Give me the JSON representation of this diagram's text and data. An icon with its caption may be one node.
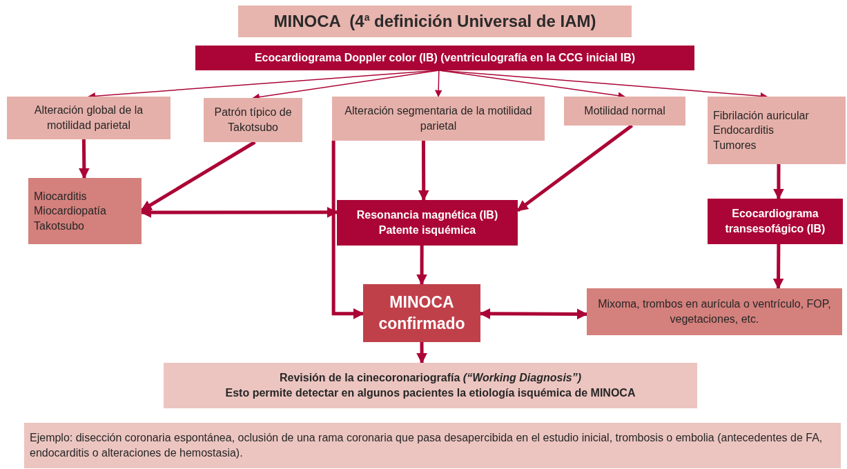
{
  "diagram": {
    "title": "MINOCA  (4$^{a}$ definición Universal de IAM)",
    "nodes": [
      {
        "text": [
          "Ecocardiograma Doppler color (IB) (ventriculografía en la CCG inicial IB)"
        ]
      },
      {
        "text": [
          "Alteración global de la motilidad parietal"
        ]
      },
      {
        "text": [
          "Patrón típico de Takotsubo"
        ]
      },
      {
        "text": [
          "Alteración segmentaria de la motilidad parietal"
        ]
      },
      {
        "text": [
          "Motilidad normal"
        ]
      },
      {
        "text": [
          "Fibrilación auricular",
          "Endocarditis",
          "Tumores"
        ]
      },
      {
        "text": [
          "Miocarditis",
          "Miocardiopatía",
          "Takotsubo"
        ]
      },
      {
        "text": [
          "Resonancia magnética (IB)",
          "Patente isquémica"
        ]
      },
      {
        "text": [
          "Ecocardiograma transesofágico (IB)"
        ]
      },
      {
        "text": [
          "MINOCA confirmado"
        ]
      },
      {
        "text": [
          "Mixoma, trombos en aurícula o ventrículo, FOP, vegetaciones, etc."
        ]
      },
      {
        "text": [
          "Revisión de la cinecoronariografía *(“Working Diagnosis”)*",
          "Esto permite detectar en algunos pacientes la etiología isquémica de MINOCA"
        ]
      },
      {
        "text": [
          "Ejemplo: disección coronaria espontánea, oclusión de una rama coronaria que pasa desapercibida en el estudio inicial, trombosis o embolia (antecedentes de FA, endocarditis o alteraciones de hemostasia)."
        ]
      }
    ],
    "edges": [
      {
        "from": 0,
        "to": 1,
        "arrow": "to"
      },
      {
        "from": 0,
        "to": 2,
        "arrow": "to"
      },
      {
        "from": 0,
        "to": 3,
        "arrow": "to"
      },
      {
        "from": 0,
        "to": 4,
        "arrow": "to"
      },
      {
        "from": 0,
        "to": 5,
        "arrow": "to"
      },
      {
        "from": 1,
        "to": 6,
        "arrow": "to"
      },
      {
        "from": 2,
        "to": 6,
        "arrow": "to"
      },
      {
        "from": 6,
        "to": 7,
        "arrow": "both"
      },
      {
        "from": 3,
        "to": 7,
        "arrow": "to"
      },
      {
        "from": 4,
        "to": 7,
        "arrow": "to"
      },
      {
        "from": 5,
        "to": 8,
        "arrow": "to"
      },
      {
        "from": 7,
        "to": 9,
        "arrow": "to"
      },
      {
        "from": 3,
        "to": 9,
        "arrow": "to"
      },
      {
        "from": 9,
        "to": 10,
        "arrow": "both"
      },
      {
        "from": 8,
        "to": 10,
        "arrow": "to"
      },
      {
        "from": 9,
        "to": 11,
        "arrow": "to"
      }
    ]
  }
}
